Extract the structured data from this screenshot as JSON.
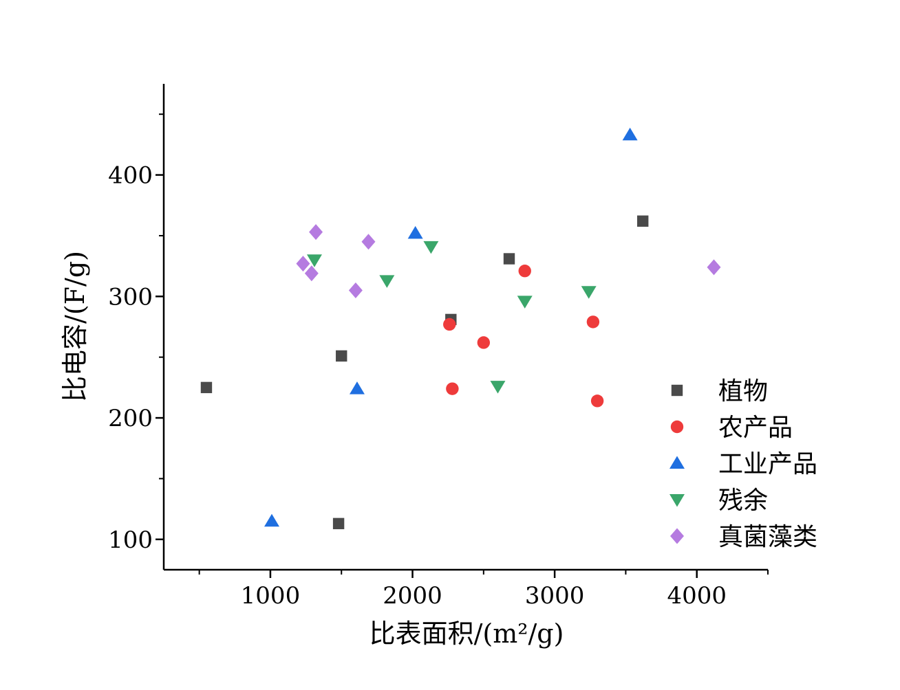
{
  "chart_data": {
    "type": "scatter",
    "xlabel": "比表面积/(m²/g)",
    "ylabel": "比电容/(F/g)",
    "xlim": [
      250,
      4500
    ],
    "ylim": [
      75,
      475
    ],
    "xticks": [
      1000,
      2000,
      3000,
      4000
    ],
    "yticks": [
      100,
      200,
      300,
      400
    ],
    "x_minor_ticks": [
      500,
      1500,
      2500,
      3500,
      4500
    ],
    "y_minor_ticks": [
      150,
      250,
      350,
      450
    ],
    "grid": false,
    "legend_position": "right",
    "series": [
      {
        "name": "植物",
        "marker": "square",
        "color": "#4a4a4a",
        "points": [
          [
            550,
            225
          ],
          [
            1500,
            251
          ],
          [
            1480,
            113
          ],
          [
            2270,
            281
          ],
          [
            2680,
            331
          ],
          [
            3620,
            362
          ]
        ]
      },
      {
        "name": "农产品",
        "marker": "circle",
        "color": "#ee3b3b",
        "points": [
          [
            2260,
            277
          ],
          [
            2280,
            224
          ],
          [
            2500,
            262
          ],
          [
            2790,
            321
          ],
          [
            3270,
            279
          ],
          [
            3300,
            214
          ]
        ]
      },
      {
        "name": "工业产品",
        "marker": "triangle-up",
        "color": "#1f6fe0",
        "points": [
          [
            1010,
            115
          ],
          [
            1610,
            224
          ],
          [
            2020,
            352
          ],
          [
            3530,
            433
          ]
        ]
      },
      {
        "name": "残余",
        "marker": "triangle-down",
        "color": "#3aa66a",
        "points": [
          [
            1310,
            330
          ],
          [
            1820,
            313
          ],
          [
            2130,
            341
          ],
          [
            2600,
            226
          ],
          [
            2790,
            296
          ],
          [
            3240,
            304
          ]
        ]
      },
      {
        "name": "真菌藻类",
        "marker": "diamond",
        "color": "#b57be0",
        "points": [
          [
            1230,
            327
          ],
          [
            1290,
            319
          ],
          [
            1320,
            353
          ],
          [
            1600,
            305
          ],
          [
            1690,
            345
          ],
          [
            4120,
            324
          ]
        ]
      }
    ]
  }
}
